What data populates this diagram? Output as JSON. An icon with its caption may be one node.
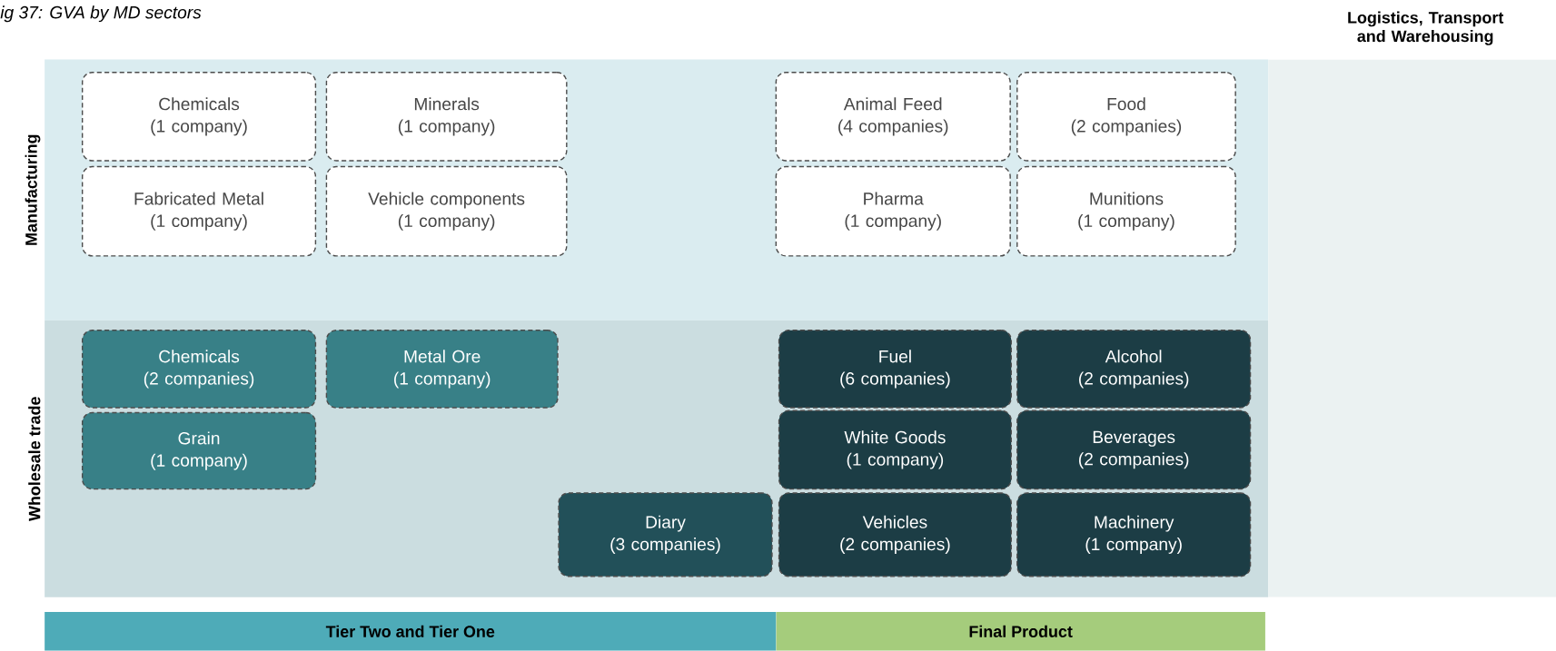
{
  "diagram": {
    "title": "ig 37: GVA by MD sectors",
    "nodes": [
      {
        "text": [
          "Manufacturing"
        ]
      },
      {
        "text": [
          "Wholesale trade"
        ]
      },
      {
        "text": [
          "Logistics, Transport and Warehousing"
        ]
      },
      {
        "text": [
          "Chemicals",
          "(1 company)"
        ],
        "in": 0
      },
      {
        "text": [
          "Minerals",
          "(1 company)"
        ],
        "in": 0
      },
      {
        "text": [
          "Animal Feed",
          "(4 companies)"
        ],
        "in": 0
      },
      {
        "text": [
          "Food",
          "(2 companies)"
        ],
        "in": 0
      },
      {
        "text": [
          "Fabricated Metal (1 company)"
        ],
        "in": 0
      },
      {
        "text": [
          "Vehicle components",
          "(1 company)"
        ],
        "in": 0
      },
      {
        "text": [
          "Pharma",
          "(1 company)"
        ],
        "in": 0
      },
      {
        "text": [
          "Munitions",
          "(1 company)"
        ],
        "in": 0
      },
      {
        "text": [
          "Chemicals",
          "(2 companies)"
        ],
        "in": 1
      },
      {
        "text": [
          "Metal Ore",
          "(1 company)"
        ],
        "in": 1
      },
      {
        "text": [
          "Fuel",
          "(6 companies)"
        ],
        "in": 1
      },
      {
        "text": [
          "Alcohol",
          "(2 companies)"
        ],
        "in": 1
      },
      {
        "text": [
          "Grain",
          "(1 company)"
        ],
        "in": 1
      },
      {
        "text": [
          "White Goods",
          "(1 company)"
        ],
        "in": 1
      },
      {
        "text": [
          "Beverages",
          "(2 companies)"
        ],
        "in": 1
      },
      {
        "text": [
          "Diary",
          "(3 companies)"
        ],
        "in": 1
      },
      {
        "text": [
          "Vehicles",
          "(2 companies)"
        ],
        "in": 1
      },
      {
        "text": [
          "Machinery",
          "(1 company)"
        ],
        "in": 1
      },
      {
        "text": [
          "Tier Two and Tier One"
        ]
      },
      {
        "text": [
          "Final Product"
        ]
      }
    ]
  }
}
